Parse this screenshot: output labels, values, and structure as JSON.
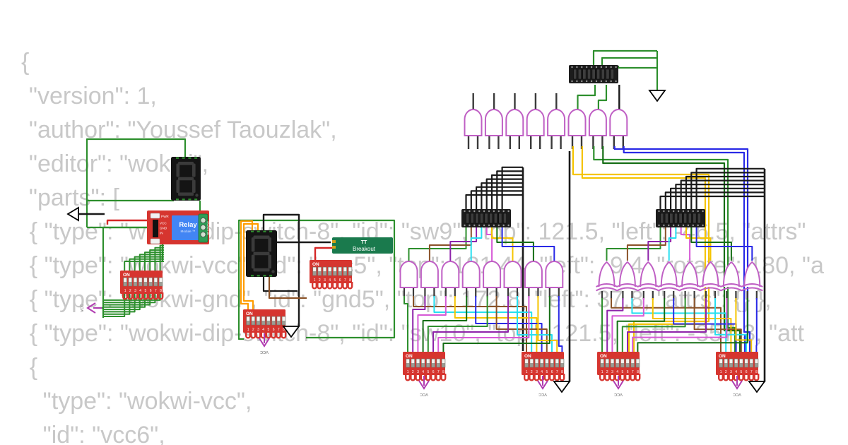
{
  "background_code": {
    "lines": [
      "{",
      "  \"version\": 1,",
      "  \"author\": \"Youssef Taouzlak\",",
      "  \"editor\": \"wokwi\",",
      "  \"parts\": [",
      "    { \"type\": \"wokwi-dip-switch-8\", \"id\": \"sw9\", \"top\": 121.5, \"left\": -46.5, \"attrs\"",
      "    { \"type\": \"wokwi-vcc\", \"id\": \"vcc5\", \"top\": 181.44, \"left\": -9.4, \"rotate\": 180, \"a",
      "    { \"type\": \"wokwi-gnd\", \"id\": \"gnd5\", \"top\": 172.8, \"left\": 37.8, \"attrs\": {} },",
      "    { \"type\": \"wokwi-dip-switch-8\", \"id\": \"sw10\", \"top\": 121.5, \"left\": -357.3, \"att",
      "    {",
      "      \"type\": \"wokwi-vcc\",",
      "      \"id\": \"vcc6\","
    ]
  },
  "components": {
    "relay": {
      "name": "Relay",
      "sub": "Module ™",
      "pwr_label": "PWR",
      "pin_labels": [
        "VCC",
        "GND",
        "IN"
      ],
      "terminal_label": "NO COM NC"
    },
    "tt_breakout": {
      "line1": "TT",
      "line2": "Breakout"
    },
    "dip_switch": {
      "on_label": "ON",
      "numbers": [
        "1",
        "2",
        "3",
        "4",
        "5",
        "6",
        "7",
        "8"
      ]
    },
    "vcc_label": "VCC"
  },
  "colors": {
    "code_text": "#c8c8c8",
    "wire_green": "#2d8f2d",
    "wire_dark_green": "#156e15",
    "wire_yellow": "#f5c400",
    "wire_blue": "#2929e6",
    "wire_brown": "#8a5228",
    "wire_purple": "#8e24aa",
    "wire_cyan": "#26dff0",
    "wire_magenta": "#d659d6",
    "wire_orange": "#ff9d00",
    "wire_red": "#d52727",
    "wire_black": "#1a1a1a",
    "gate_stroke": "#bf5fc4",
    "board_red": "#d6352f",
    "relay_blue": "#4285f4",
    "tt_green": "#1a7a4d",
    "chip_black": "#1c1c1c",
    "vcc_symbol": "#b03ab0"
  }
}
